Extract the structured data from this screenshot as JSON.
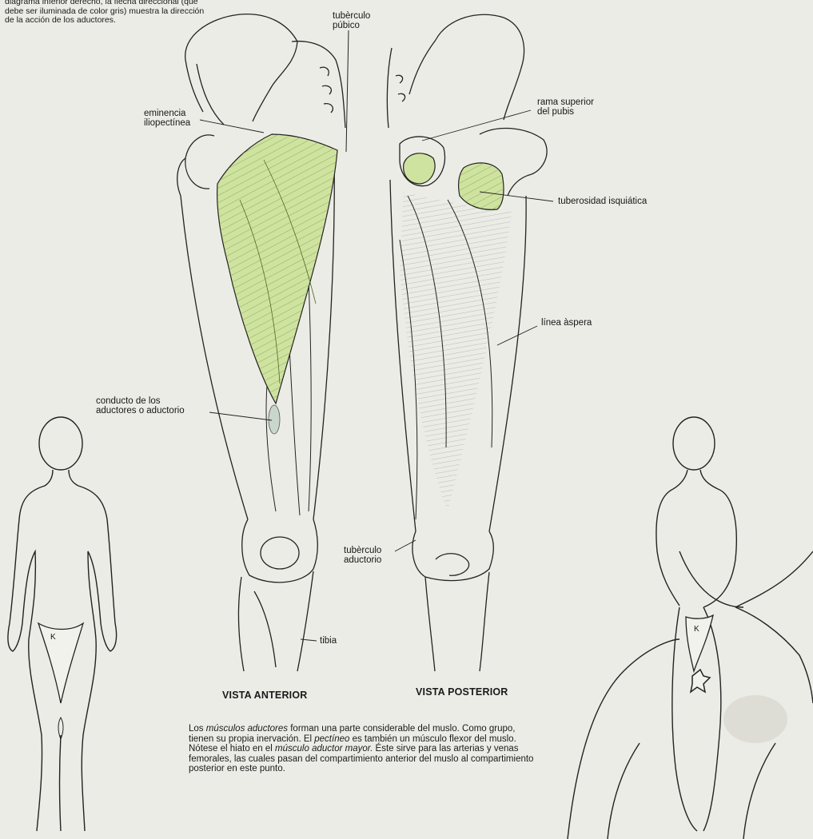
{
  "intro_text": "diagrama inferior derecho, la flecha direccional (que debe ser iluminada de color gris) muestra la dirección de la acción de los aductores.",
  "labels": {
    "tuberculo_pubico": [
      "tubèrculo",
      "púbico"
    ],
    "eminencia": [
      "eminencia",
      "iliopectínea"
    ],
    "rama_superior": [
      "rama superior",
      "del pubis"
    ],
    "tuberosidad": "tuberosidad isquiática",
    "linea_aspera": "línea àspera",
    "conducto": [
      "conducto de los",
      "aductores o aductorio"
    ],
    "tuberculo_aductorio": [
      "tubèrculo",
      "aductorio"
    ],
    "tibia": "tibia"
  },
  "views": {
    "anterior": "VISTA ANTERIOR",
    "posterior": "VISTA POSTERIOR"
  },
  "caption": {
    "p1": "Los ",
    "em1": "músculos aductores",
    "p2": " forman una parte considerable del muslo. Como grupo, tienen su propia inervación. El ",
    "em2": "pectíneo",
    "p3": " es también un músculo flexor del muslo. Nótese el hiato en el ",
    "em3": "músculo aductor mayor.",
    "p4": " Éste sirve para las arterias y venas femorales, las cuales pasan del compartimiento anterior del muslo al compartimiento posterior en este punto."
  },
  "markers": {
    "a": "K",
    "b": "K"
  },
  "colors": {
    "muscle_fill": "#cfe3a0",
    "paper": "#ecece6",
    "ink": "#222222"
  }
}
